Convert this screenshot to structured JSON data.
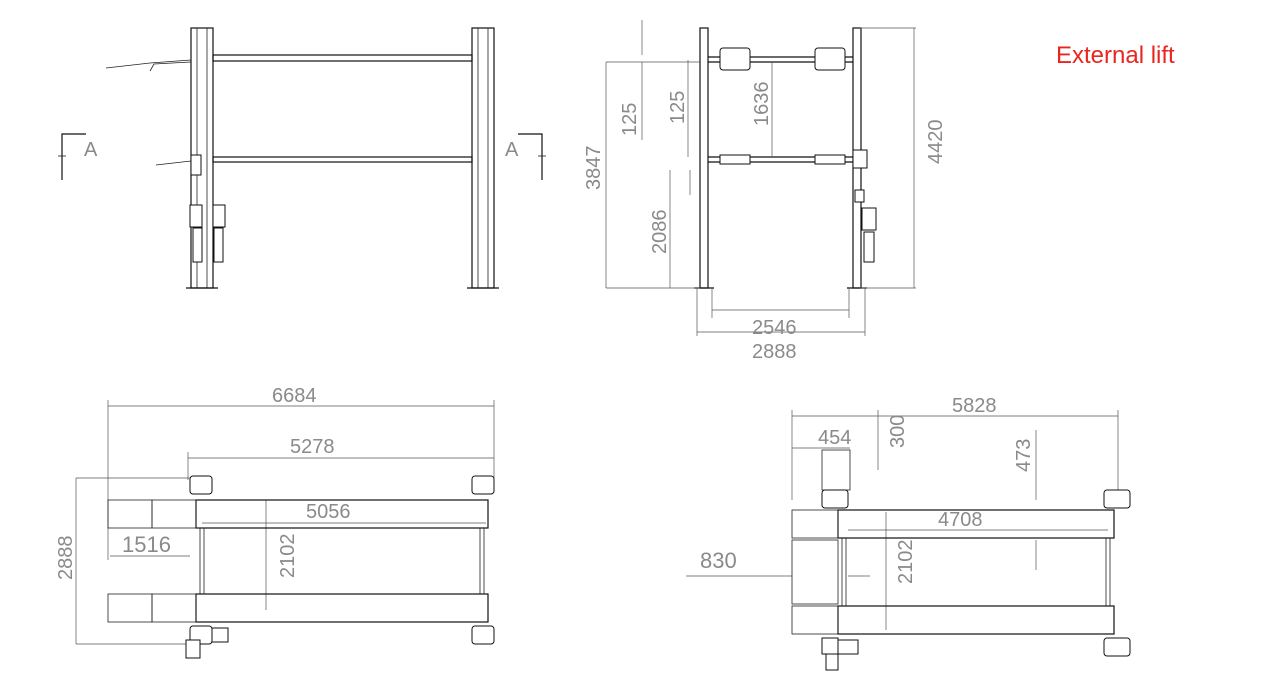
{
  "title": "External lift",
  "title_color": "#e8261f",
  "section_marks": [
    "A",
    "A"
  ],
  "dims": {
    "front": {
      "d125a": "125",
      "d125b": "125",
      "d1636": "1636",
      "d3847": "3847",
      "d4420": "4420",
      "d2086": "2086",
      "d2546": "2546",
      "d2888": "2888"
    },
    "plan_left": {
      "d6684": "6684",
      "d5278": "5278",
      "d5056": "5056",
      "d1516": "1516",
      "d2102": "2102",
      "d2888": "2888"
    },
    "plan_right": {
      "d5828": "5828",
      "d454": "454",
      "d300": "300",
      "d473": "473",
      "d4708": "4708",
      "d830": "830",
      "d2102": "2102"
    }
  }
}
